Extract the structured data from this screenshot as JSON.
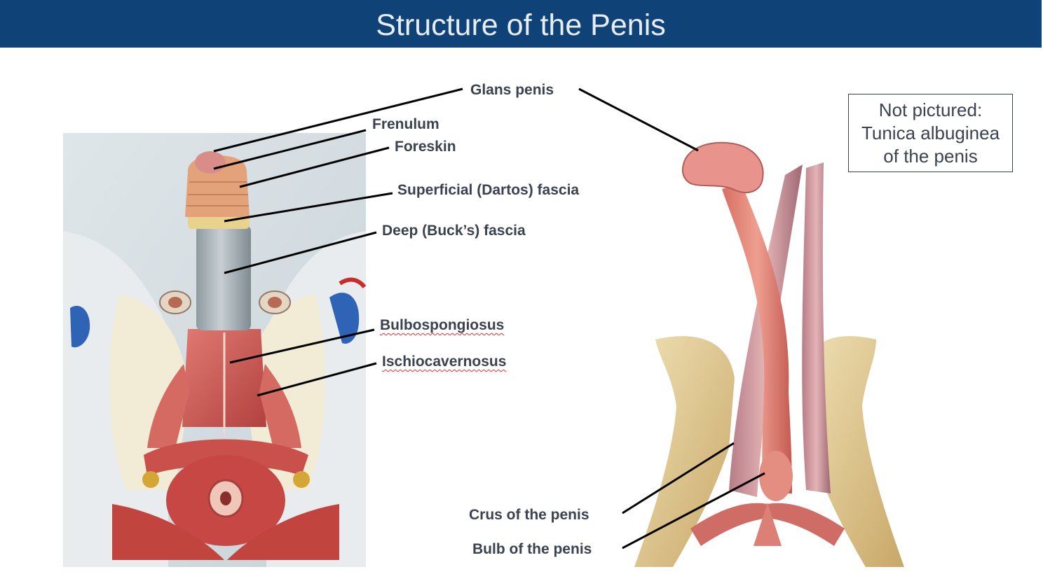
{
  "slide": {
    "title": "Structure of the Penis"
  },
  "labels": {
    "glans_penis": "Glans penis",
    "frenulum": "Frenulum",
    "foreskin": "Foreskin",
    "superficial_fascia": "Superficial (Dartos) fascia",
    "deep_fascia": "Deep (Buck’s) fascia",
    "bulbospongiosus": "Bulbospongiosus",
    "ischiocavernosus": "Ischiocavernosus",
    "crus": "Crus of the penis",
    "bulb": "Bulb of the penis"
  },
  "note": {
    "line1": "Not pictured:",
    "line2": "Tunica albuginea",
    "line3": "of the penis"
  },
  "colors": {
    "title_bar": "#0f4377",
    "label_text": "#3a4250",
    "leader_line": "#000000",
    "muscle": "#c8504e",
    "bone": "#e0c690",
    "skin": "#e9a98c"
  }
}
